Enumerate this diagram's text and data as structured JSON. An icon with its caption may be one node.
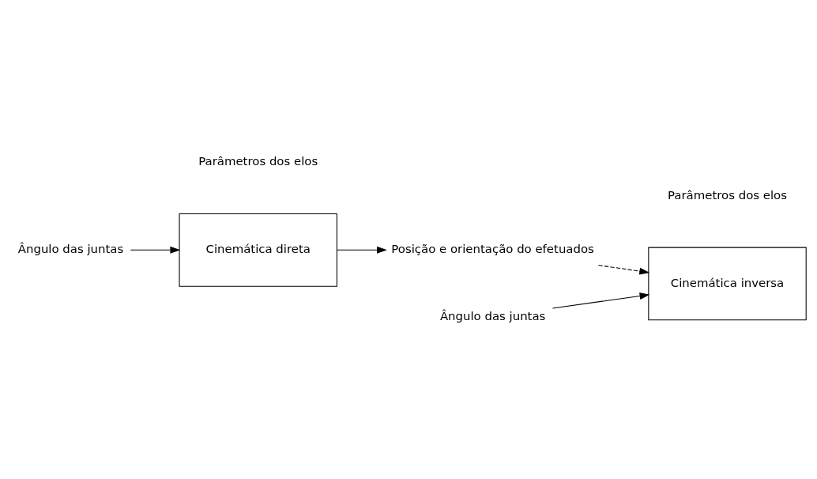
{
  "diagram": {
    "nodes": [
      {
        "text": [
          "Ângulo das juntas"
        ]
      },
      {
        "text": [
          "Cinemática direta"
        ]
      },
      {
        "text": [
          "Posição e orientação do efetuados"
        ]
      },
      {
        "text": [
          "Ângulo das juntas"
        ]
      },
      {
        "text": [
          "Cinemática inversa"
        ]
      }
    ],
    "edges": [
      {
        "from": 0,
        "to": 1,
        "arrow": "to"
      },
      {
        "from": 1,
        "to": 2,
        "arrow": "to"
      },
      {
        "from": 2,
        "to": 4,
        "arrow": "to",
        "style": "dashed"
      },
      {
        "from": 3,
        "to": 4,
        "arrow": "to"
      }
    ],
    "labels": [
      "Parâmetros dos elos",
      "Parâmetros dos elos"
    ]
  }
}
